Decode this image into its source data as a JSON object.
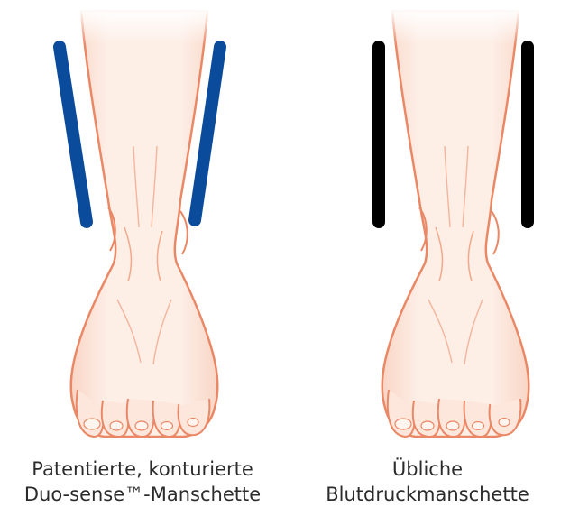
{
  "panels": [
    {
      "caption_line1": "Patentierte, konturierte",
      "caption_line2": "Duo-sense™-Manschette",
      "cuff_color": "#0b4b9b",
      "cuff_shape": "contoured"
    },
    {
      "caption_line1": "Übliche",
      "caption_line2": "Blutdruckmanschette",
      "cuff_color": "#000000",
      "cuff_shape": "straight"
    }
  ],
  "colors": {
    "skin_fill": "#fde7dc",
    "skin_shade": "#f8cdb8",
    "outline": "#ea8866"
  }
}
